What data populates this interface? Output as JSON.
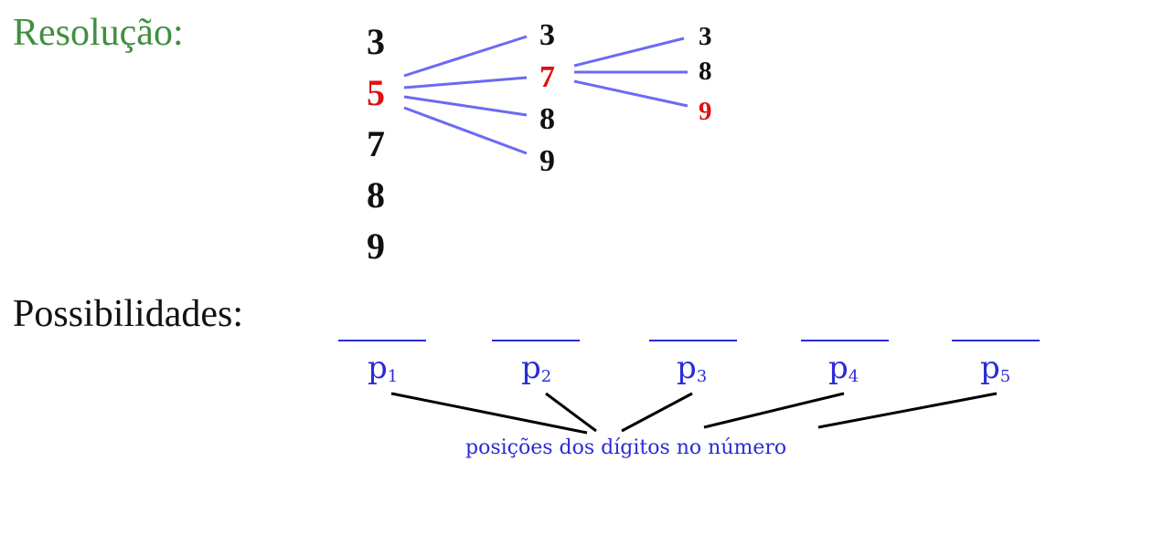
{
  "headings": {
    "resolucao": "Resolução:",
    "possibilidades": "Possibilidades:"
  },
  "tree": {
    "level1": [
      "3",
      "5",
      "7",
      "8",
      "9"
    ],
    "level2": [
      "3",
      "7",
      "8",
      "9"
    ],
    "level3": [
      "3",
      "8",
      "9"
    ],
    "highlighted": {
      "level1": "5",
      "level2": "7",
      "level3": "9"
    }
  },
  "positions": {
    "p1": {
      "base": "p",
      "sub": "1"
    },
    "p2": {
      "base": "p",
      "sub": "2"
    },
    "p3": {
      "base": "p",
      "sub": "3"
    },
    "p4": {
      "base": "p",
      "sub": "4"
    },
    "p5": {
      "base": "p",
      "sub": "5"
    }
  },
  "caption": "posições dos dígitos no número",
  "colors": {
    "heading_green": "#3f8f3f",
    "highlight_red": "#e01010",
    "line_blue": "#6a6af5",
    "label_blue": "#2b2bd6",
    "connector_black": "#000000"
  }
}
